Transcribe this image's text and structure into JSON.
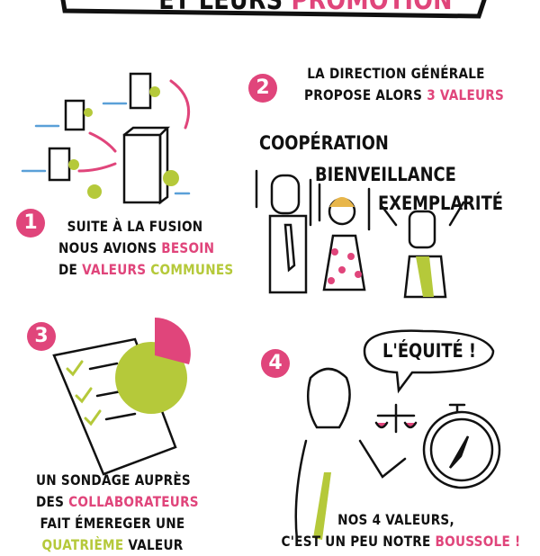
{
  "title": {
    "part1": "ET LEURS",
    "part2": "PROMOTION"
  },
  "step1": {
    "number": "1",
    "l1": "SUITE À LA FUSION",
    "l2a": "NOUS AVIONS",
    "l2b": "BESOIN",
    "l3a": "DE",
    "l3b": "VALEURS",
    "l3c": "COMMUNES"
  },
  "step2": {
    "number": "2",
    "l1": "LA DIRECTION GÉNÉRALE",
    "l2a": "PROPOSE ALORS",
    "l2b": "3 VALEURS",
    "values": [
      "COOPÉRATION",
      "BIENVEILLANCE",
      "EXEMPLARITÉ"
    ]
  },
  "step3": {
    "number": "3",
    "l1": "UN SONDAGE AUPRÈS",
    "l2a": "DES",
    "l2b": "COLLABORATEURS",
    "l3": "FAIT ÉMEREGER UNE",
    "l4a": "QUATRIÈME",
    "l4b": "VALEUR"
  },
  "step4": {
    "number": "4",
    "bubble": "L'ÉQUITÉ !",
    "l1": "NOS 4 VALEURS,",
    "l2a": "C'EST UN PEU NOTRE",
    "l2b": "BOUSSOLE !"
  },
  "colors": {
    "pink": "#e0457b",
    "green": "#b5c93a"
  }
}
